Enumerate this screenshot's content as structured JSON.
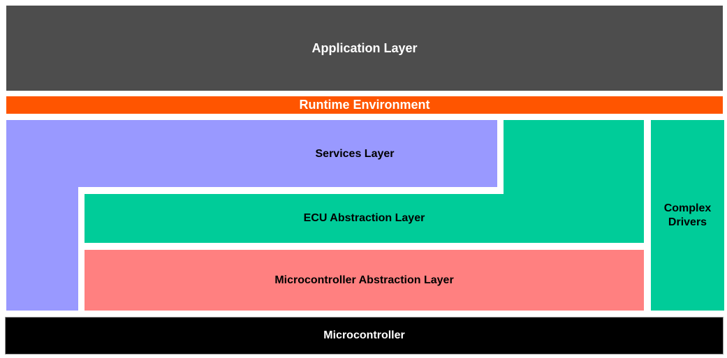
{
  "diagram": {
    "layers": {
      "application": {
        "label": "Application Layer",
        "bg": "#4d4d4d",
        "text_color": "#ffffff"
      },
      "runtime": {
        "label": "Runtime Environment",
        "bg": "#ff5500",
        "text_color": "#ffffff"
      },
      "services": {
        "label": "Services Layer",
        "bg": "#9999ff",
        "text_color": "#000000"
      },
      "ecu_abstraction": {
        "label": "ECU Abstraction Layer",
        "bg": "#00cc99",
        "text_color": "#000000"
      },
      "mcal": {
        "label": "Microcontroller Abstraction Layer",
        "bg": "#ff8080",
        "text_color": "#000000"
      },
      "complex_drivers": {
        "label": "Complex Drivers",
        "lines": [
          "Complex",
          "Drivers"
        ],
        "bg": "#00cc99",
        "text_color": "#000000"
      },
      "microcontroller": {
        "label": "Microcontroller",
        "bg": "#000000",
        "text_color": "#ffffff"
      }
    }
  }
}
